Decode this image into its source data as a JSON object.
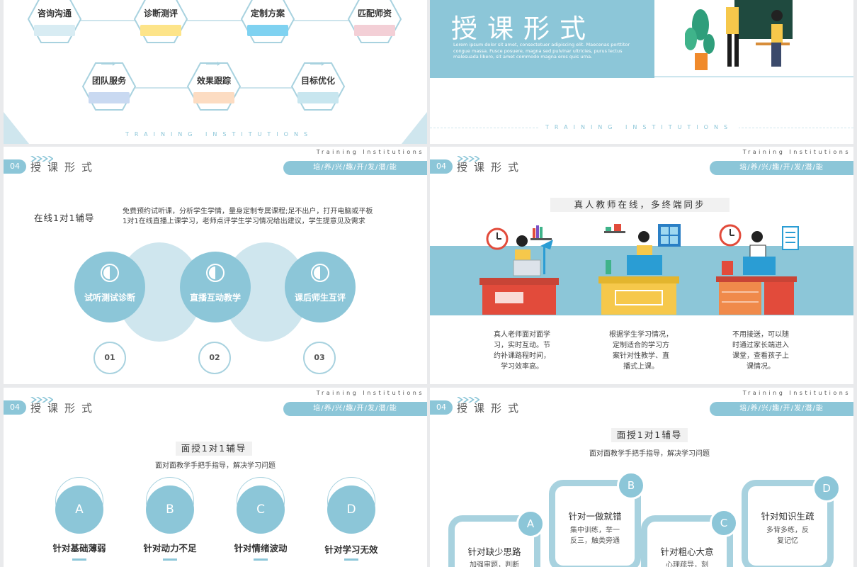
{
  "slide1": {
    "hex_row1": [
      {
        "label": "咨询沟通",
        "color": "#d8ecf3"
      },
      {
        "label": "诊断测评",
        "color": "#fde489"
      },
      {
        "label": "定制方案",
        "color": "#7fd2f1"
      },
      {
        "label": "匹配师资",
        "color": "#f3cfd6"
      }
    ],
    "hex_row2": [
      {
        "label": "团队服务",
        "color": "#c9d9f1"
      },
      {
        "label": "效果跟踪",
        "color": "#fcdcc2"
      },
      {
        "label": "目标优化",
        "color": "#c8e6ef"
      }
    ],
    "footer": "TRAINING INSTITUTIONS"
  },
  "slide2": {
    "title": "授课形式",
    "lorem": "Lorem ipsum dolor sit amet, consectetuer adipiscing elit. Maecenas porttitor congue massa. Fusce posuere, magna sed pulvinar ultricies, purus lectus malesuada libero, sit amet commodo magna eros quis urna.",
    "footer": "TRAINING INSTITUTIONS"
  },
  "header": {
    "num": "04",
    "title": "授课形式",
    "en": "Training Institutions",
    "pill": "培/养/兴/趣/开/发/潜/能"
  },
  "slide3": {
    "heading": "在线1对1辅导",
    "desc_line1": "免费预约试听课，分析学生学情，量身定制专属课程;足不出户，打开电脑或平板",
    "desc_line2": "1对1在线直播上课学习，老师点评学生学习情况给出建议，学生提意见及需求",
    "circles": [
      {
        "label": "试听测试诊断",
        "num": "01"
      },
      {
        "label": "直播互动教学",
        "num": "02"
      },
      {
        "label": "课后师生互评",
        "num": "03"
      }
    ]
  },
  "slide4": {
    "heading": "真人教师在线，多终端同步",
    "items": [
      {
        "line1": "真人老师面对面学",
        "line2": "习，实时互动。节",
        "line3": "约补课路程时间，",
        "line4": "学习效率高。"
      },
      {
        "line1": "根据学生学习情况，",
        "line2": "定制适合的学习方",
        "line3": "案针对性教学、直",
        "line4": "播式上课。"
      },
      {
        "line1": "不用接送，可以随",
        "line2": "时通过家长端进入",
        "line3": "课堂，查看孩子上",
        "line4": "课情况。"
      }
    ]
  },
  "slide5": {
    "heading": "面授1对1辅导",
    "sub": "面对面教学手把手指导，解决学习问题",
    "items": [
      {
        "letter": "A",
        "label": "针对基础薄弱"
      },
      {
        "letter": "B",
        "label": "针对动力不足"
      },
      {
        "letter": "C",
        "label": "针对情绪波动"
      },
      {
        "letter": "D",
        "label": "针对学习无效"
      }
    ]
  },
  "slide6": {
    "heading": "面授1对1辅导",
    "sub": "面对面教学手把手指导，解决学习问题",
    "cards": [
      {
        "letter": "A",
        "title": "针对缺少思路",
        "line1": "加强审题，判断",
        "line2": ""
      },
      {
        "letter": "B",
        "title": "针对一做就错",
        "line1": "集中训练，举一",
        "line2": "反三，触类旁通"
      },
      {
        "letter": "C",
        "title": "针对粗心大意",
        "line1": "心理疏导，刻",
        "line2": ""
      },
      {
        "letter": "D",
        "title": "针对知识生疏",
        "line1": "多背多练，反",
        "line2": "复记忆"
      }
    ]
  }
}
